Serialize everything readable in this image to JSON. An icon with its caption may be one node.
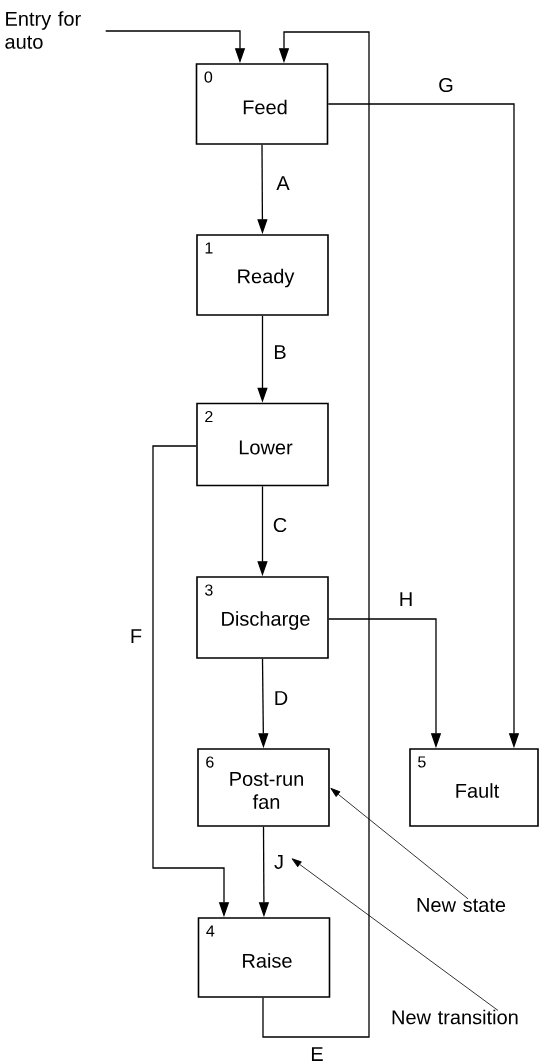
{
  "diagram": {
    "nodes": [
      {
        "text": [
          "Entry for auto"
        ]
      },
      {
        "text": [
          "0",
          "Feed"
        ]
      },
      {
        "text": [
          "1",
          "Ready"
        ]
      },
      {
        "text": [
          "2",
          "Lower"
        ]
      },
      {
        "text": [
          "3",
          "Discharge"
        ]
      },
      {
        "text": [
          "6",
          "Post-run fan"
        ]
      },
      {
        "text": [
          "5",
          "Fault"
        ]
      },
      {
        "text": [
          "New state"
        ]
      },
      {
        "text": [
          "4",
          "Raise"
        ]
      },
      {
        "text": [
          "New transition"
        ]
      }
    ],
    "edges": [
      {
        "from": 0,
        "to": 1,
        "arrow": "to"
      },
      {
        "from": 1,
        "to": 2,
        "arrow": "to",
        "label": "A"
      },
      {
        "from": 2,
        "to": 3,
        "arrow": "to",
        "label": "B"
      },
      {
        "from": 3,
        "to": 4,
        "arrow": "to",
        "label": "C"
      },
      {
        "from": 4,
        "to": 5,
        "arrow": "to",
        "label": "D"
      },
      {
        "from": 5,
        "to": 8,
        "arrow": "to",
        "label": "J"
      },
      {
        "from": 3,
        "to": 8,
        "arrow": "to",
        "label": "F"
      },
      {
        "from": 8,
        "to": 1,
        "arrow": "to",
        "label": "E"
      },
      {
        "from": 1,
        "to": 6,
        "arrow": "to",
        "label": "G"
      },
      {
        "from": 4,
        "to": 6,
        "arrow": "to",
        "label": "H"
      },
      {
        "from": 7,
        "to": 5,
        "arrow": "to"
      },
      {
        "from": 9,
        "to": null,
        "arrow": "to"
      }
    ]
  }
}
